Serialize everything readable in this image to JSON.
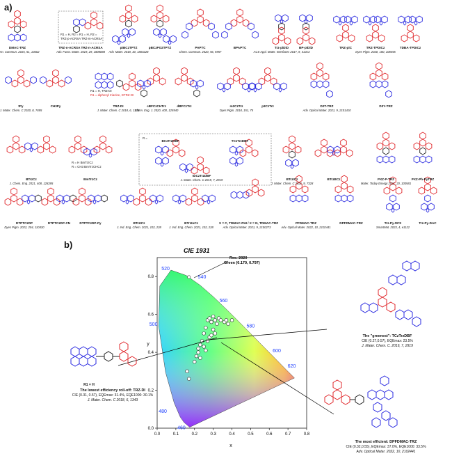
{
  "panel_a_label": "a)",
  "panel_b_label": "b)",
  "molecules_row1": [
    {
      "name": "DMAC-TRZ",
      "ref": "Chem. Commun. 2015, 51, 13662"
    },
    {
      "name": "TRZ-n-ACRSA TRZ-n-ACRSA",
      "ref": "Adv. Funct. Mater. 2019, 29, 1808088"
    },
    {
      "name": "ptBCzTPTZ",
      "ref": "Adv. Mater. 2018, 30, 1804228"
    },
    {
      "name": "pBCzPO2TPTZ",
      "ref": ""
    },
    {
      "name": "PAPTC",
      "ref": "Chem. Commun. 2020, 56, 5957"
    },
    {
      "name": "BPAPTC",
      "ref": ""
    },
    {
      "name": "Trz-piDiD",
      "ref": "ACS Appl. Mater. Interfaces 2017, 9, 41413"
    },
    {
      "name": "BP-piDiD",
      "ref": ""
    },
    {
      "name": "TRZ-piC",
      "ref": ""
    },
    {
      "name": "TRZ-TPDICz",
      "ref": "Dyes Pigm. 2020, 180, 108455"
    },
    {
      "name": "TDBA-TPDICz",
      "ref": ""
    }
  ],
  "row1_box_note_1": "R1 = H, R2 =    R1 = H, R2 =",
  "row1_box_note_2": "TRZ-p-ACRSA TRZ-m-ACRSA",
  "molecules_row2": [
    {
      "name": "tPy",
      "ref": "J. Mater. Chem. C 2020, 8, 7485"
    },
    {
      "name": "CH3Py",
      "ref": ""
    },
    {
      "name": "TRZ-DI",
      "ref": "J. Mater. Chem. C 2018, 6, 1343"
    },
    {
      "name": "cBFCzCHTrz",
      "ref": "Chem. Eng. J. 2020, 400, 125940"
    },
    {
      "name": "dBFCzTrz",
      "ref": ""
    },
    {
      "name": "m2CzTrz",
      "ref": "Dyes Pigm. 2018, 151, 75"
    },
    {
      "name": "p3CzTrz",
      "ref": ""
    },
    {
      "name": "D2T-TRZ",
      "ref": "Adv. Optical Mater. 2021, 9, 2101410"
    },
    {
      "name": "D3Y-TRZ",
      "ref": ""
    }
  ],
  "row2_note_1": "R1 = H, TRZ-DI",
  "row2_note_2": "R1 = diphenyl triazine, DTRZ-DI",
  "molecules_row3": [
    {
      "name": "BTrzCz",
      "ref": "J. Chem. Eng. 2021, 408, 128285"
    },
    {
      "name": "BmTrzCz",
      "ref": ""
    },
    {
      "name": "BCzTrzDBF",
      "ref": ""
    },
    {
      "name": "TCzTrzDBF",
      "ref": ""
    },
    {
      "name": "tDCzTrzDBF",
      "ref": "J. Mater. Chem. C 2019, 7, 2919"
    },
    {
      "name": "BTrzICz",
      "ref": "J. Mater. Chem. C 2021, 9, 7328"
    },
    {
      "name": "BTrzBCz",
      "ref": ""
    },
    {
      "name": "PXZ-P-TRZ",
      "ref": "Mater. Today Energy 2021, 20, 100581"
    },
    {
      "name": "PXZ-Ph-PyTRZ",
      "ref": ""
    }
  ],
  "row3_note_1": "R = H   BmTrzCz",
  "row3_note_2": "R = CH3  BmTrzCHCz",
  "row3_box_note": "R =",
  "molecules_row4": [
    {
      "name": "DTPTCzDP",
      "ref": "Dyes Pigm. 2022, 204, 110430"
    },
    {
      "name": "DTPTCzDP-CN",
      "ref": ""
    },
    {
      "name": "DTPTCzDP-Py",
      "ref": ""
    },
    {
      "name": "BTrzICz",
      "ref": "J. Ind. Eng. Chem. 2021, 102, 228"
    },
    {
      "name": "BTrzInCz",
      "ref": "J. Ind. Eng. Chem. 2021, 102, 228"
    },
    {
      "name": "X = C, TDMAC-PHI / X = N, TDMAC-TRZ",
      "ref": "Adv. Optical Mater. 2021, 9, 2100273"
    },
    {
      "name": "PFDMAC-TRZ",
      "ref": "Adv. Optical Mater. 2022, 10, 2102441"
    },
    {
      "name": "DPFDMAC-TRZ",
      "ref": ""
    },
    {
      "name": "Trz-Py-tICS",
      "ref": "SmartMat. 2023, 4, e1122"
    },
    {
      "name": "Trz-Py-DAC",
      "ref": ""
    }
  ],
  "cie": {
    "title": "CIE 1931",
    "rec2020_label": "Rec. 2020",
    "rec2020_green": "Green (0.170, 0.797)",
    "x_label": "x",
    "y_label": "y",
    "x_ticks": [
      "0.0",
      "0.1",
      "0.2",
      "0.3",
      "0.4",
      "0.5",
      "0.6",
      "0.7",
      "0.8"
    ],
    "y_ticks": [
      "0.0",
      "0.2",
      "0.4",
      "0.6",
      "0.8"
    ],
    "wavelength_labels": [
      {
        "text": "520"
      },
      {
        "text": "540"
      },
      {
        "text": "560"
      },
      {
        "text": "580"
      },
      {
        "text": "600"
      },
      {
        "text": "620"
      },
      {
        "text": "500"
      },
      {
        "text": "480"
      },
      {
        "text": "460"
      }
    ]
  },
  "chart_data": {
    "type": "scatter",
    "title": "CIE 1931",
    "xlabel": "x",
    "ylabel": "y",
    "xlim": [
      0.0,
      0.8
    ],
    "ylim": [
      0.0,
      0.9
    ],
    "grid": false,
    "series": [
      {
        "x": [
          0.17,
          0.31,
          0.32,
          0.27,
          0.29,
          0.33,
          0.3,
          0.28,
          0.34,
          0.36,
          0.37,
          0.38,
          0.4,
          0.26,
          0.25,
          0.24,
          0.23,
          0.22,
          0.22,
          0.21,
          0.25,
          0.27,
          0.28,
          0.3,
          0.31,
          0.29,
          0.26,
          0.23,
          0.2,
          0.16,
          0.17
        ],
        "y": [
          0.797,
          0.57,
          0.55,
          0.57,
          0.56,
          0.58,
          0.59,
          0.58,
          0.57,
          0.56,
          0.57,
          0.55,
          0.57,
          0.53,
          0.5,
          0.46,
          0.44,
          0.42,
          0.4,
          0.38,
          0.43,
          0.46,
          0.48,
          0.52,
          0.5,
          0.49,
          0.41,
          0.37,
          0.35,
          0.3,
          0.26
        ]
      }
    ]
  },
  "callouts": {
    "left": {
      "r_label": "R1 = H",
      "name": "The lowest efficiency roll-off: TRZ-DI",
      "line": "CIE (0.31, 0.57), EQEmax: 31.4%, EQE1000: 30.1%",
      "ref": "J. Mater. Chem. C 2018, 6, 1343"
    },
    "right_top": {
      "name": "The \"greenest\": TCzTrzDBF",
      "line": "CIE (0.27,0.57), EQEmax: 23.5%",
      "ref": "J. Mater. Chem. C. 2019, 7, 2919"
    },
    "right_bottom": {
      "name": "The most efficient: DPFDMAC-TRZ",
      "line": "CIE (0.32,0.55), EQEmax: 37.0%, EQE1000: 33.5%",
      "ref": "Adv. Optical Mater. 2022, 10, 2102441"
    }
  },
  "colors": {
    "donor_blue": "#2a2ae0",
    "acceptor_red": "#e0282c",
    "core_black": "#222222",
    "tick_blue": "#1a3cff"
  }
}
